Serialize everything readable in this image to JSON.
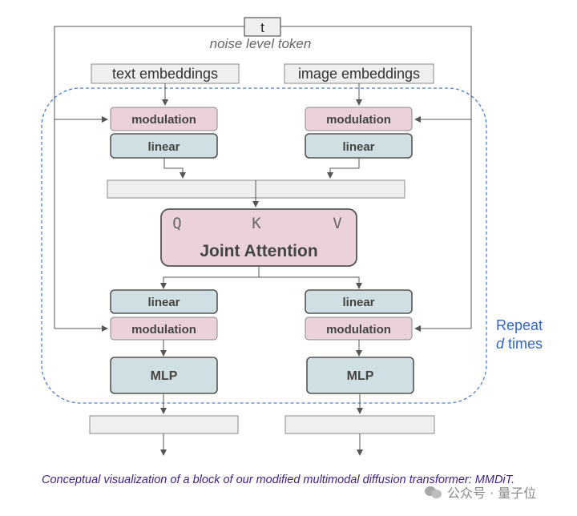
{
  "diagram": {
    "t_token": "t",
    "noise_label": "noise level token",
    "text_embeddings": "text embeddings",
    "image_embeddings": "image embeddings",
    "modulation": "modulation",
    "linear": "linear",
    "q": "Q",
    "k": "K",
    "v": "V",
    "joint_attention": "Joint Attention",
    "mlp": "MLP",
    "repeat_line1": "Repeat",
    "repeat_d": "d",
    "repeat_times": "times",
    "colors": {
      "modulation_fill": "#ead1dc",
      "linear_fill": "#d0dfe3",
      "box_stroke": "#555555",
      "gray_fill": "#efefef",
      "dashed_repeat": "#4a7fd4",
      "repeat_text": "#3366cc"
    }
  },
  "caption": {
    "text": "Conceptual visualization of a block of our modified multimodal diffusion transformer: MMDiT."
  },
  "watermark": {
    "text": "公众号 · 量子位",
    "icon": "wechat-icon"
  }
}
